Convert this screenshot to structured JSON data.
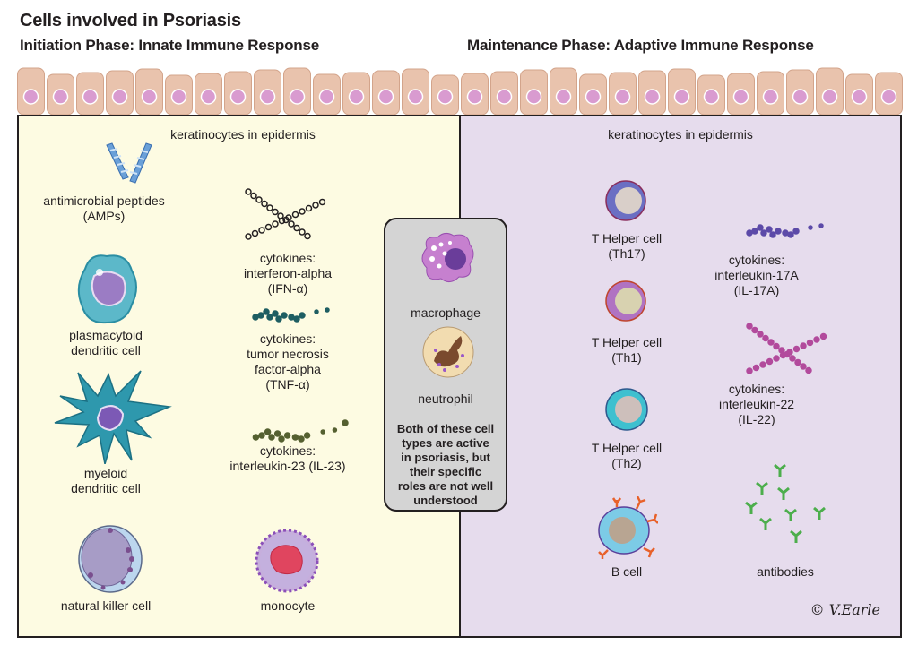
{
  "title": "Cells involved in Psoriasis",
  "phases": {
    "left": "Initiation Phase: Innate Immune Response",
    "right": "Maintenance Phase: Adaptive Immune Response"
  },
  "left_panel": {
    "header": "keratinocytes in epidermis",
    "items": [
      {
        "label": "antimicrobial peptides\n(AMPs)",
        "icon": "helix-peptide-icon"
      },
      {
        "label": "cytokines:\ninterferon-alpha\n(IFN-α)",
        "icon": "cytokine-cluster-icon"
      },
      {
        "label": "plasmacytoid\ndendritic cell",
        "icon": "plasmacytoid-cell-icon"
      },
      {
        "label": "cytokines:\ntumor necrosis\nfactor-alpha\n(TNF-α)",
        "icon": "cytokine-dots-icon"
      },
      {
        "label": "myeloid\ndendritic cell",
        "icon": "myeloid-dendritic-cell-icon"
      },
      {
        "label": "cytokines:\ninterleukin-23 (IL-23)",
        "icon": "cytokine-dots-icon"
      },
      {
        "label": "natural killer cell",
        "icon": "nk-cell-icon"
      },
      {
        "label": "monocyte",
        "icon": "monocyte-icon"
      }
    ]
  },
  "center_box": {
    "items": [
      {
        "label": "macrophage",
        "icon": "macrophage-icon"
      },
      {
        "label": "neutrophil",
        "icon": "neutrophil-icon"
      }
    ],
    "note": "Both of these cell types are active in psoriasis, but their specific roles are not well understood"
  },
  "right_panel": {
    "header": "keratinocytes in epidermis",
    "items": [
      {
        "label": "T Helper cell\n(Th17)",
        "icon": "t-cell-icon"
      },
      {
        "label": "cytokines:\ninterleukin-17A\n(IL-17A)",
        "icon": "cytokine-dots-icon"
      },
      {
        "label": "T Helper cell\n(Th1)",
        "icon": "t-cell-icon"
      },
      {
        "label": "cytokines:\ninterleukin-22\n(IL-22)",
        "icon": "cytokine-cluster-icon"
      },
      {
        "label": "T Helper cell\n(Th2)",
        "icon": "t-cell-icon"
      },
      {
        "label": "B cell",
        "icon": "b-cell-icon"
      },
      {
        "label": "antibodies",
        "icon": "antibody-icon"
      }
    ]
  },
  "signature": "© V.Earle",
  "colors": {
    "left_panel_bg": "#fdfbe2",
    "right_panel_bg": "#e6dced",
    "center_box_bg": "#d4d4d4",
    "keratinocyte": "#e9c3ad",
    "nucleus": "#d99bd0"
  }
}
